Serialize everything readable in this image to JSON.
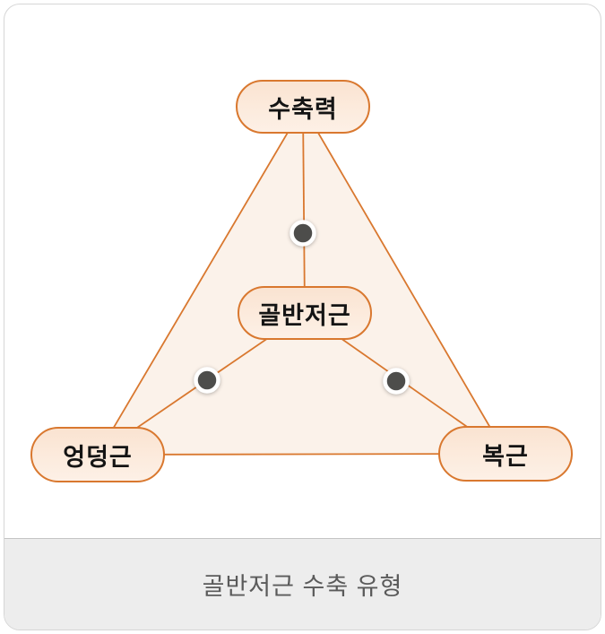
{
  "diagram": {
    "nodes": {
      "top": {
        "label": "수축력"
      },
      "center": {
        "label": "골반저근"
      },
      "bottom_left": {
        "label": "엉덩근"
      },
      "bottom_right": {
        "label": "복근"
      }
    },
    "edges": [
      {
        "from": "수축력",
        "to": "엉덩근",
        "dot": false
      },
      {
        "from": "수축력",
        "to": "복근",
        "dot": false
      },
      {
        "from": "엉덩근",
        "to": "복근",
        "dot": false
      },
      {
        "from": "골반저근",
        "to": "수축력",
        "dot": true
      },
      {
        "from": "골반저근",
        "to": "엉덩근",
        "dot": true
      },
      {
        "from": "골반저근",
        "to": "복근",
        "dot": true
      }
    ],
    "colors": {
      "node_border": "#d9782f",
      "node_fill": "#fbe8d8",
      "triangle_fill": "#fbf2ea",
      "line": "#d9782f",
      "dot_fill": "#4d4d4b",
      "dot_ring": "#ffffff"
    }
  },
  "caption": {
    "text": "골반저근 수축 유형",
    "background": "#ededed",
    "text_color": "#5a5a5a"
  }
}
